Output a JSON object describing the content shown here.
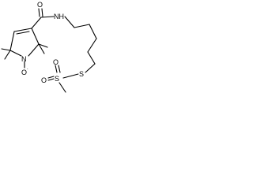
{
  "structure": {
    "atoms": {
      "carbonyl_oxygen": "O",
      "amide_nh": "NH",
      "ring_nitrogen": "N",
      "n_oxide_oxygen": "O",
      "n_oxide_charge": ".",
      "thioether_sulfur": "S",
      "sulfonyl_sulfur": "S",
      "sulfonyl_oxygen_top": "O",
      "sulfonyl_oxygen_left": "O"
    }
  }
}
